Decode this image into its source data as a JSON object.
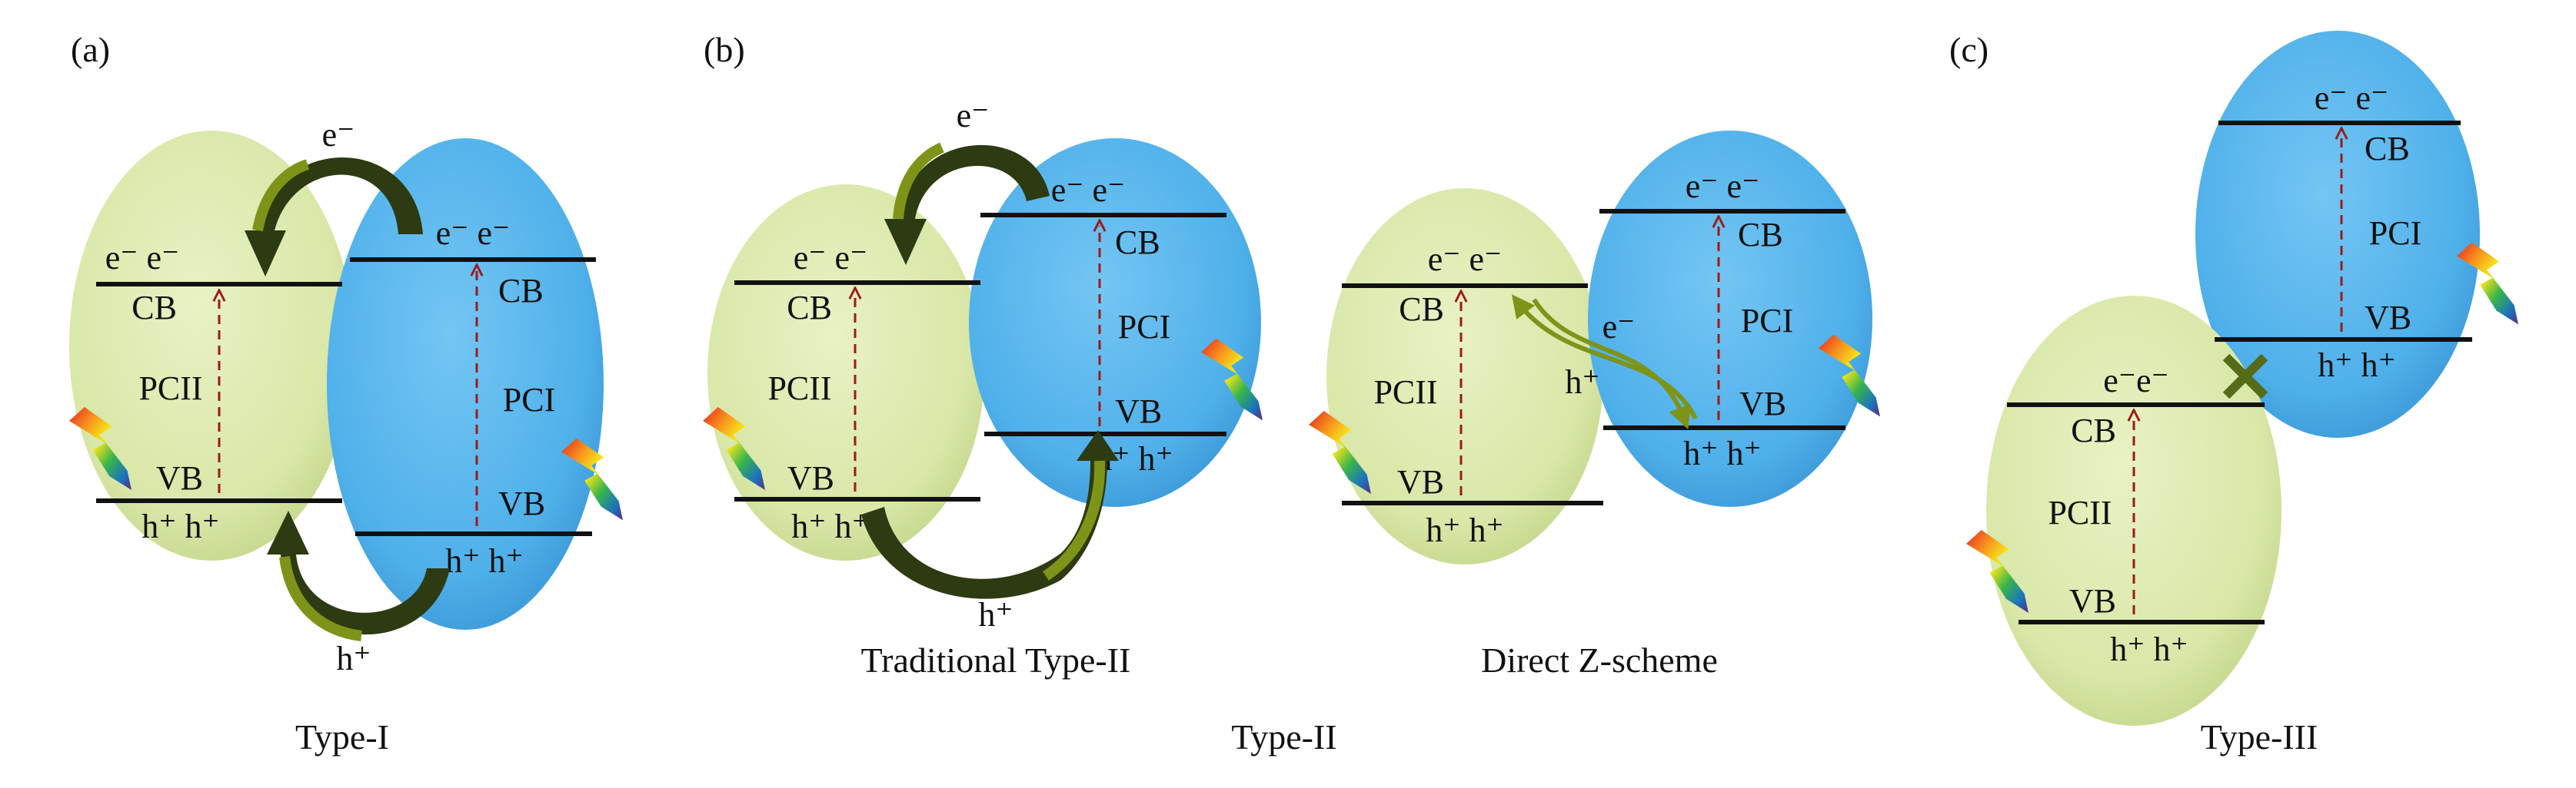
{
  "panels": {
    "a": {
      "tag": "(a)",
      "caption": "Type-I",
      "left": {
        "name": "PCII",
        "cb": "CB",
        "vb": "VB",
        "electrons": "e⁻ e⁻",
        "holes": "h⁺ h⁺"
      },
      "right": {
        "name": "PCI",
        "cb": "CB",
        "vb": "VB",
        "electrons": "e⁻ e⁻",
        "holes": "h⁺ h⁺"
      },
      "arrow_top": "e⁻",
      "arrow_bottom": "h⁺"
    },
    "b": {
      "tag": "(b)",
      "caption": "Type-II",
      "traditional": {
        "subcaption": "Traditional Type-II",
        "left": {
          "name": "PCII",
          "cb": "CB",
          "vb": "VB",
          "electrons": "e⁻ e⁻",
          "holes": "h⁺ h⁺"
        },
        "right": {
          "name": "PCI",
          "cb": "CB",
          "vb": "VB",
          "electrons": "e⁻ e⁻",
          "holes": "h⁺ h⁺"
        },
        "arrow_top": "e⁻",
        "arrow_bottom": "h⁺"
      },
      "zscheme": {
        "subcaption": "Direct Z-scheme",
        "left": {
          "name": "PCII",
          "cb": "CB",
          "vb": "VB",
          "electrons": "e⁻ e⁻",
          "holes": "h⁺ h⁺"
        },
        "right": {
          "name": "PCI",
          "cb": "CB",
          "vb": "VB",
          "electrons": "e⁻ e⁻",
          "holes": "h⁺ h⁺"
        },
        "arrow_e": "e⁻",
        "arrow_h": "h⁺"
      }
    },
    "c": {
      "tag": "(c)",
      "caption": "Type-III",
      "upper": {
        "name": "PCI",
        "cb": "CB",
        "vb": "VB",
        "electrons": "e⁻ e⁻",
        "holes": "h⁺ h⁺"
      },
      "lower": {
        "name": "PCII",
        "cb": "CB",
        "vb": "VB",
        "electrons": "e⁻e⁻",
        "holes": "h⁺ h⁺"
      }
    }
  },
  "colors": {
    "pcii_fill": "#d9e7a8",
    "pci_fill": "#4fb0ea",
    "arrow_dark": "#2d3a12",
    "arrow_olive": "#7d9419",
    "gap_arrow": "#9b1b1b",
    "blocked_mark": "#556b17"
  }
}
